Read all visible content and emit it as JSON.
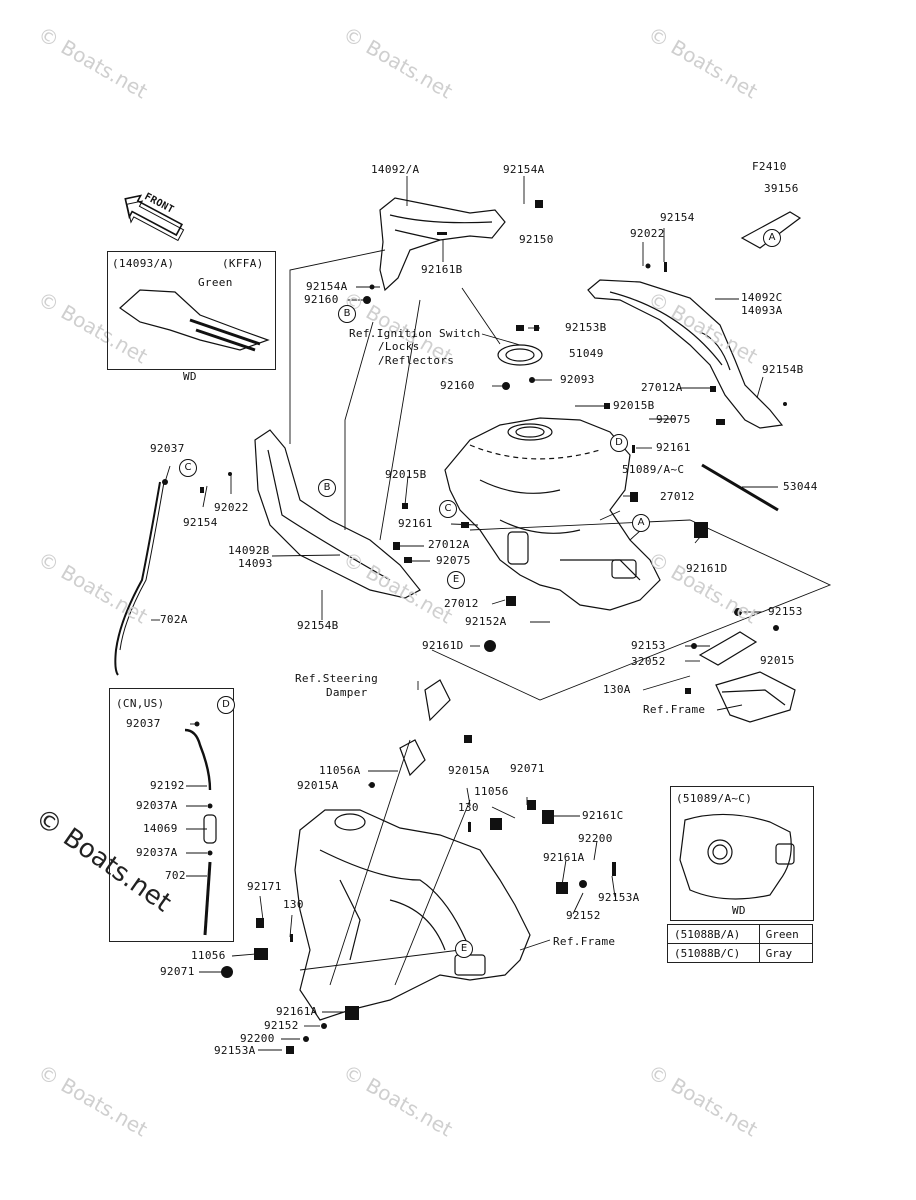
{
  "figure_code": "F2410",
  "front_arrow": "FRONT",
  "watermarks": [
    "© Boats.net",
    "© Boats.net",
    "© Boats.net",
    "© Boats.net",
    "© Boats.net",
    "© Boats.net",
    "© Boats.net",
    "© Boats.net",
    "© Boats.net",
    "© Boats.net",
    "© Boats.net",
    "© Boats.net"
  ],
  "watermark_main": "© Boats.net",
  "inset_kffa": {
    "code": "(14093/A)",
    "variant": "(KFFA)",
    "color": "Green",
    "footer": "WD"
  },
  "inset_cnus": {
    "header": "(CN,US)"
  },
  "inset_51089": {
    "header": "(51089/A~C)",
    "footer": "WD"
  },
  "legend": [
    {
      "part": "(51088B/A)",
      "color": "Green"
    },
    {
      "part": "(51088B/C)",
      "color": "Gray"
    }
  ],
  "callouts": [
    "A",
    "A",
    "B",
    "B",
    "C",
    "C",
    "D",
    "D",
    "E",
    "E"
  ],
  "labels": {
    "l14092a": "14092/A",
    "l92154a_top": "92154A",
    "l92150": "92150",
    "l92161b": "92161B",
    "l92154a_mid": "92154A",
    "l92160_a": "92160",
    "l_ign1": "Ref.Ignition Switch",
    "l_ign2": "/Locks",
    "l_ign3": "/Reflectors",
    "l92153b": "92153B",
    "l51049": "51049",
    "l92160_b": "92160",
    "l92093": "92093",
    "l39156": "39156",
    "l92154_r": "92154",
    "l92022_r": "92022",
    "l14092c": "14092C",
    "l14093a": "14093A",
    "l92154b_r": "92154B",
    "l27012a_r": "27012A",
    "l92075_r": "92075",
    "l92015b_t": "92015B",
    "l92161_r": "92161",
    "l51089": "51089/A~C",
    "l53044": "53044",
    "l27012_r": "27012",
    "l92037": "92037",
    "l92154_l": "92154",
    "l92022_l": "92022",
    "l92015b_m": "92015B",
    "l92161_m": "92161",
    "l14092b": "14092B",
    "l14093": "14093",
    "l27012a_m": "27012A",
    "l92075_m": "92075",
    "l92154b_l": "92154B",
    "l27012_m": "27012",
    "l92152a": "92152A",
    "l92161d_r": "92161D",
    "l92161d_l": "92161D",
    "l702a": "702A",
    "l92153_a": "92153",
    "l92153_b": "92153",
    "l92015_r": "92015",
    "l32052": "32052",
    "l130a": "130A",
    "l_frame1": "Ref.Frame",
    "l_steer1": "Ref.Steering",
    "l_steer2": "Damper",
    "l92037_i": "92037",
    "l92192": "92192",
    "l92037a_1": "92037A",
    "l14069": "14069",
    "l92037a_2": "92037A",
    "l702": "702",
    "l11056a": "11056A",
    "l92015a_l": "92015A",
    "l92015a_r": "92015A",
    "l92071_t": "92071",
    "l130_t": "130",
    "l11056_t": "11056",
    "l92161c": "92161C",
    "l92200_r": "92200",
    "l92161a_r": "92161A",
    "l92152_r": "92152",
    "l92153a_r": "92153A",
    "l_frame2": "Ref.Frame",
    "l92171": "92171",
    "l130_l": "130",
    "l11056_l": "11056",
    "l92071_l": "92071",
    "l92161a_b": "92161A",
    "l92152_b": "92152",
    "l92200_b": "92200",
    "l92153a_b": "92153A"
  }
}
